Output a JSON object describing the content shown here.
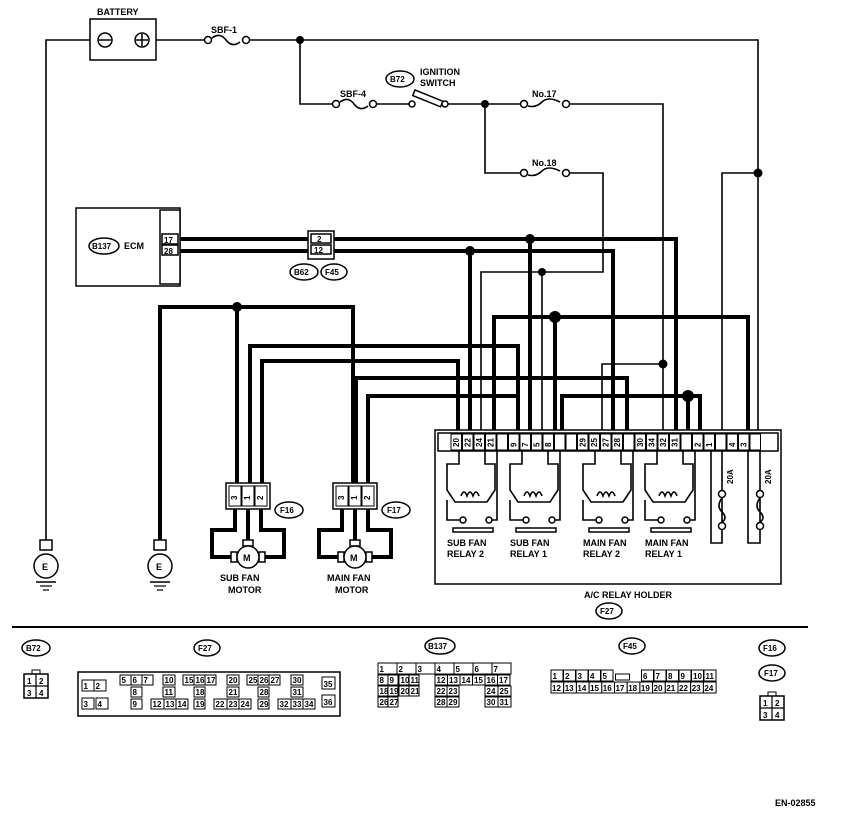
{
  "diagram": {
    "battery": {
      "label": "BATTERY",
      "neg": "−",
      "pos": "+"
    },
    "fuses": {
      "sbf1": "SBF-1",
      "sbf4": "SBF-4",
      "no17": "No.17",
      "no18": "No.18"
    },
    "ignition": {
      "connector": "B72",
      "label_line1": "IGNITION",
      "label_line2": "SWITCH"
    },
    "ecm": {
      "connector": "B137",
      "label": "ECM",
      "pins": [
        "17",
        "28"
      ]
    },
    "joint": {
      "pins": [
        "2",
        "12"
      ],
      "connectors": [
        "B62",
        "F45"
      ]
    },
    "relay_holder": {
      "label": "A/C RELAY HOLDER",
      "connector": "F27",
      "pins": [
        "20",
        "22",
        "24",
        "21",
        "",
        "9",
        "7",
        "5",
        "8",
        "",
        "",
        "29",
        "25",
        "27",
        "28",
        "",
        "30",
        "34",
        "32",
        "31",
        "",
        "2",
        "1",
        "",
        "4",
        "3",
        ""
      ],
      "relays": [
        {
          "line1": "SUB FAN",
          "line2": "RELAY 2"
        },
        {
          "line1": "SUB FAN",
          "line2": "RELAY 1"
        },
        {
          "line1": "MAIN FAN",
          "line2": "RELAY 2"
        },
        {
          "line1": "MAIN FAN",
          "line2": "RELAY 1"
        }
      ],
      "fuses": [
        "20A",
        "20A"
      ]
    },
    "motors": [
      {
        "connector": "F16",
        "pins": [
          "3",
          "1",
          "2"
        ],
        "symbol": "M",
        "line1": "SUB FAN",
        "line2": "MOTOR"
      },
      {
        "connector": "F17",
        "pins": [
          "3",
          "1",
          "2"
        ],
        "symbol": "M",
        "line1": "MAIN FAN",
        "line2": "MOTOR"
      }
    ],
    "grounds": [
      {
        "symbol": "E"
      },
      {
        "symbol": "E"
      }
    ]
  },
  "connector_views": {
    "b72": {
      "label": "B72",
      "rows": [
        [
          "1",
          "2"
        ],
        [
          "3",
          "4"
        ]
      ]
    },
    "f27": {
      "label": "F27"
    },
    "b137": {
      "label": "B137"
    },
    "f45": {
      "label": "F45",
      "row1": [
        "1",
        "2",
        "3",
        "4",
        "5",
        "",
        "6",
        "7",
        "8",
        "9",
        "10",
        "11"
      ],
      "row2": [
        "12",
        "13",
        "14",
        "15",
        "16",
        "17",
        "18",
        "19",
        "20",
        "21",
        "22",
        "23",
        "24"
      ]
    },
    "f16": {
      "label": "F16"
    },
    "f17": {
      "label": "F17",
      "rows": [
        [
          "1",
          "2"
        ],
        [
          "3",
          "4"
        ]
      ]
    }
  },
  "f27_pins": [
    "1",
    "2",
    "3",
    "4",
    "5",
    "6",
    "7",
    "8",
    "9",
    "10",
    "11",
    "12",
    "13",
    "14",
    "15",
    "16",
    "17",
    "18",
    "19",
    "20",
    "21",
    "22",
    "23",
    "24",
    "25",
    "26",
    "27",
    "28",
    "29",
    "30",
    "31",
    "32",
    "33",
    "34",
    "35",
    "36"
  ],
  "b137_pins": [
    "1",
    "2",
    "3",
    "4",
    "5",
    "6",
    "7",
    "8",
    "9",
    "10",
    "11",
    "12",
    "13",
    "14",
    "15",
    "16",
    "17",
    "18",
    "19",
    "20",
    "21",
    "22",
    "23",
    "24",
    "25",
    "26",
    "27",
    "28",
    "29",
    "30",
    "31"
  ],
  "footer": {
    "code": "EN-02855"
  }
}
